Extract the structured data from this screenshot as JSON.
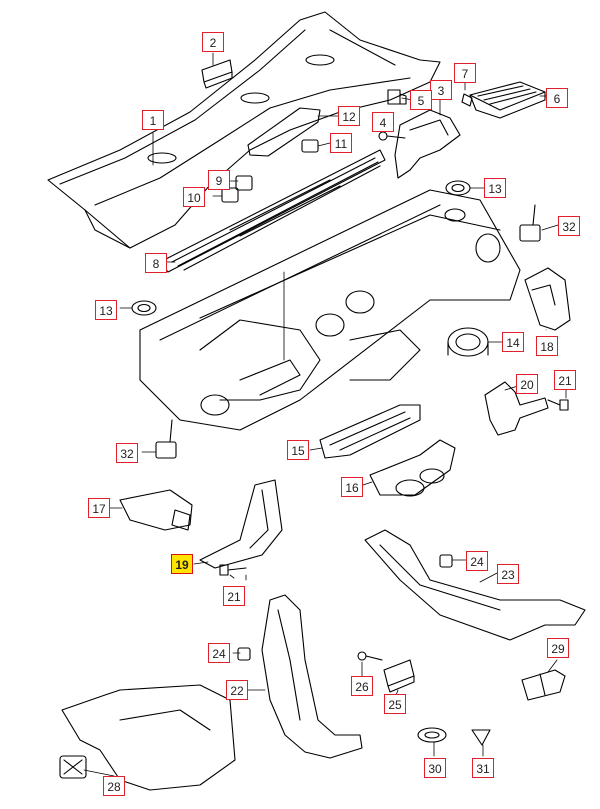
{
  "diagram": {
    "highlight_color": "#ffe400",
    "callout_border": "#e0202a",
    "callouts": {
      "c1": "1",
      "c2": "2",
      "c3": "3",
      "c4": "4",
      "c5": "5",
      "c6": "6",
      "c7": "7",
      "c8": "8",
      "c9": "9",
      "c10": "10",
      "c11": "11",
      "c12": "12",
      "c13a": "13",
      "c13b": "13",
      "c14": "14",
      "c15": "15",
      "c16": "16",
      "c17": "17",
      "c18": "18",
      "c19": "19",
      "c20": "20",
      "c21a": "21",
      "c21b": "21",
      "c22": "22",
      "c23": "23",
      "c24a": "24",
      "c24b": "24",
      "c25": "25",
      "c26": "26",
      "c28": "28",
      "c29": "29",
      "c30": "30",
      "c31": "31",
      "c32a": "32",
      "c32b": "32"
    }
  }
}
